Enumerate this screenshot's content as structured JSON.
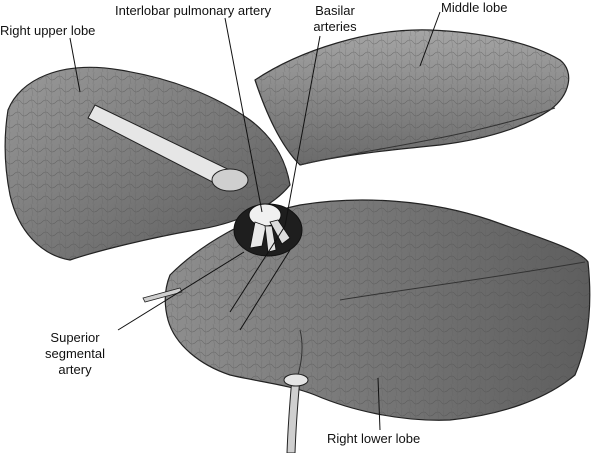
{
  "figure": {
    "background": "#ffffff",
    "ink": "#111111",
    "tissue_fill": "#7a7a7a",
    "tissue_light": "#b3b3b3",
    "tissue_dark": "#3a3a3a"
  },
  "labels": {
    "right_upper_lobe": "Right upper lobe",
    "interlobar_pulmonary_artery": "Interlobar pulmonary artery",
    "basilar_arteries_line1": "Basilar",
    "basilar_arteries_line2": "arteries",
    "middle_lobe": "Middle lobe",
    "superior_segmental_line1": "Superior",
    "superior_segmental_line2": "segmental",
    "superior_segmental_line3": "artery",
    "right_lower_lobe": "Right lower lobe"
  }
}
